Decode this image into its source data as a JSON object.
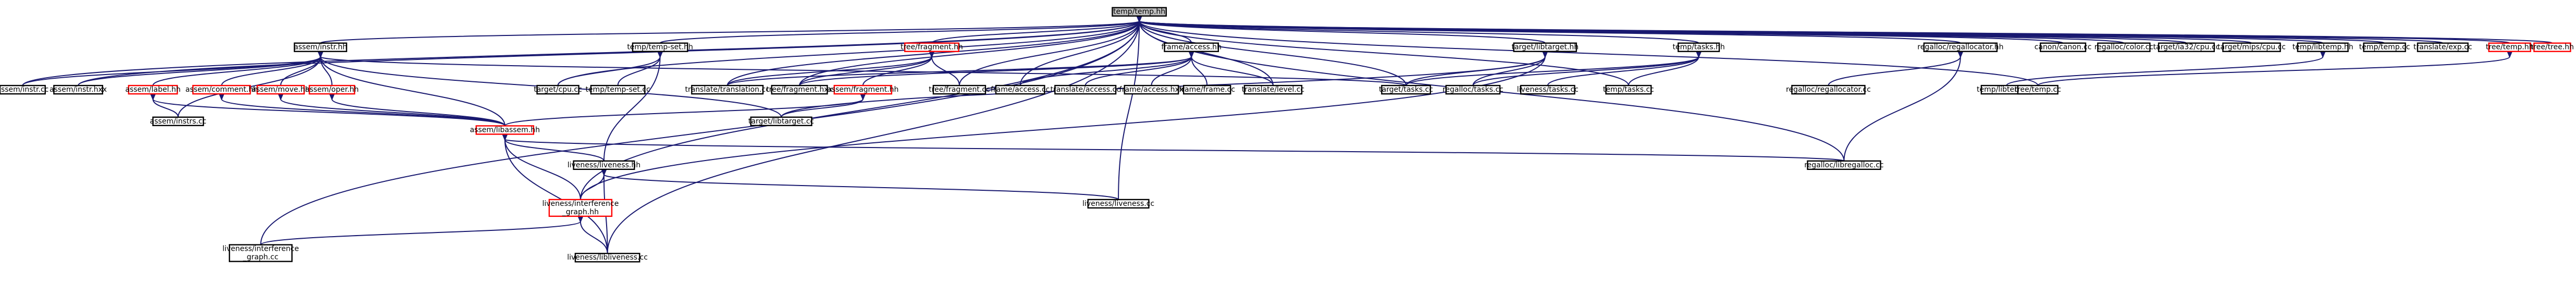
{
  "colors": {
    "edge": "#191970",
    "normal_border": "#000000",
    "incomplete_border": "#ff0000",
    "root_fill": "#bfbfbf",
    "node_fill": "#ffffff"
  },
  "nodes": [
    {
      "id": "temp_temp_hh",
      "label": "temp/temp.hh",
      "root": true
    },
    {
      "id": "assem_instr_hh",
      "label": "assem/instr.hh"
    },
    {
      "id": "temp_temp_set_hh",
      "label": "temp/temp-set.hh"
    },
    {
      "id": "tree_fragment_hh",
      "label": "tree/fragment.hh",
      "incomplete": true
    },
    {
      "id": "frame_access_hh",
      "label": "frame/access.hh"
    },
    {
      "id": "target_libtarget_hh",
      "label": "target/libtarget.hh"
    },
    {
      "id": "temp_tasks_hh",
      "label": "temp/tasks.hh"
    },
    {
      "id": "regalloc_regallocator_hh",
      "label": "regalloc/regallocator.hh"
    },
    {
      "id": "canon_canon_cc",
      "label": "canon/canon.cc"
    },
    {
      "id": "regalloc_color_cc",
      "label": "regalloc/color.cc"
    },
    {
      "id": "target_ia32_cpu_cc",
      "label": "target/ia32/cpu.cc"
    },
    {
      "id": "target_mips_cpu_cc",
      "label": "target/mips/cpu.cc"
    },
    {
      "id": "temp_libtemp_hh",
      "label": "temp/libtemp.hh"
    },
    {
      "id": "temp_temp_cc",
      "label": "temp/temp.cc"
    },
    {
      "id": "translate_exp_cc",
      "label": "translate/exp.cc"
    },
    {
      "id": "tree_temp_hh",
      "label": "tree/temp.hh",
      "incomplete": true
    },
    {
      "id": "tree_tree_hh",
      "label": "tree/tree.hh",
      "incomplete": true
    },
    {
      "id": "assem_instr_cc",
      "label": "assem/instr.cc"
    },
    {
      "id": "assem_instr_hxx",
      "label": "assem/instr.hxx"
    },
    {
      "id": "assem_label_hh",
      "label": "assem/label.hh",
      "incomplete": true
    },
    {
      "id": "assem_comment_hh",
      "label": "assem/comment.hh",
      "incomplete": true
    },
    {
      "id": "assem_move_hh",
      "label": "assem/move.hh",
      "incomplete": true
    },
    {
      "id": "assem_oper_hh",
      "label": "assem/oper.hh",
      "incomplete": true
    },
    {
      "id": "assem_instrs_cc",
      "label": "assem/instrs.cc"
    },
    {
      "id": "assem_libassem_hh",
      "label": "assem/libassem.hh",
      "incomplete": true
    },
    {
      "id": "target_cpu_cc",
      "label": "target/cpu.cc"
    },
    {
      "id": "temp_temp_set_cc",
      "label": "temp/temp-set.cc"
    },
    {
      "id": "translate_translation_cc",
      "label": "translate/translation.cc"
    },
    {
      "id": "tree_fragment_hxx",
      "label": "tree/fragment.hxx"
    },
    {
      "id": "assem_fragment_hh",
      "label": "assem/fragment.hh",
      "incomplete": true
    },
    {
      "id": "tree_fragment_cc",
      "label": "tree/fragment.cc"
    },
    {
      "id": "frame_access_cc",
      "label": "frame/access.cc"
    },
    {
      "id": "translate_access_cc",
      "label": "translate/access.cc"
    },
    {
      "id": "frame_access_hxx",
      "label": "frame/access.hxx"
    },
    {
      "id": "frame_frame_cc",
      "label": "frame/frame.cc"
    },
    {
      "id": "translate_level_cc",
      "label": "translate/level.cc"
    },
    {
      "id": "target_tasks_cc",
      "label": "target/tasks.cc"
    },
    {
      "id": "regalloc_tasks_cc",
      "label": "regalloc/tasks.cc"
    },
    {
      "id": "liveness_tasks_cc",
      "label": "liveness/tasks.cc"
    },
    {
      "id": "temp_tasks_cc",
      "label": "temp/tasks.cc"
    },
    {
      "id": "regalloc_regallocator_cc",
      "label": "regalloc/regallocator.cc"
    },
    {
      "id": "temp_libtemp_cc",
      "label": "temp/libtemp.cc"
    },
    {
      "id": "tree_temp_cc",
      "label": "tree/temp.cc"
    },
    {
      "id": "target_libtarget_cc",
      "label": "target/libtarget.cc"
    },
    {
      "id": "liveness_liveness_hh",
      "label": "liveness/liveness.hh"
    },
    {
      "id": "regalloc_libregalloc_cc",
      "label": "regalloc/libregalloc.cc"
    },
    {
      "id": "liveness_interference_graph_hh",
      "label": [
        "liveness/interference",
        "_graph.hh"
      ],
      "incomplete": true
    },
    {
      "id": "liveness_liveness_cc",
      "label": "liveness/liveness.cc"
    },
    {
      "id": "liveness_interference_graph_cc",
      "label": [
        "liveness/interference",
        "_graph.cc"
      ]
    },
    {
      "id": "liveness_libliveness_cc",
      "label": "liveness/libliveness.cc"
    }
  ],
  "edges": [
    [
      "temp_temp_hh",
      "assem_instr_hh"
    ],
    [
      "temp_temp_hh",
      "temp_temp_set_hh"
    ],
    [
      "temp_temp_hh",
      "tree_fragment_hh"
    ],
    [
      "temp_temp_hh",
      "frame_access_hh"
    ],
    [
      "temp_temp_hh",
      "target_libtarget_hh"
    ],
    [
      "temp_temp_hh",
      "temp_tasks_hh"
    ],
    [
      "temp_temp_hh",
      "regalloc_regallocator_hh"
    ],
    [
      "temp_temp_hh",
      "canon_canon_cc"
    ],
    [
      "temp_temp_hh",
      "regalloc_color_cc"
    ],
    [
      "temp_temp_hh",
      "target_ia32_cpu_cc"
    ],
    [
      "temp_temp_hh",
      "target_mips_cpu_cc"
    ],
    [
      "temp_temp_hh",
      "temp_libtemp_hh"
    ],
    [
      "temp_temp_hh",
      "temp_temp_cc"
    ],
    [
      "temp_temp_hh",
      "translate_exp_cc"
    ],
    [
      "temp_temp_hh",
      "tree_temp_hh"
    ],
    [
      "temp_temp_hh",
      "tree_tree_hh"
    ],
    [
      "temp_temp_hh",
      "assem_instr_cc"
    ],
    [
      "temp_temp_hh",
      "assem_instr_hxx"
    ],
    [
      "temp_temp_hh",
      "liveness_interference_graph_cc"
    ],
    [
      "temp_temp_hh",
      "target_cpu_cc"
    ],
    [
      "temp_temp_hh",
      "translate_translation_cc"
    ],
    [
      "temp_temp_hh",
      "tree_fragment_hxx"
    ],
    [
      "temp_temp_hh",
      "tree_fragment_cc"
    ],
    [
      "temp_temp_hh",
      "frame_access_cc"
    ],
    [
      "temp_temp_hh",
      "translate_level_cc"
    ],
    [
      "temp_temp_hh",
      "target_tasks_cc"
    ],
    [
      "temp_temp_hh",
      "temp_tasks_cc"
    ],
    [
      "temp_temp_hh",
      "liveness_liveness_cc"
    ],
    [
      "temp_temp_hh",
      "liveness_libliveness_cc"
    ],
    [
      "temp_temp_hh",
      "regalloc_libregalloc_cc"
    ],
    [
      "temp_temp_hh",
      "tree_temp_cc"
    ],
    [
      "temp_temp_hh",
      "liveness_interference_graph_hh"
    ],
    [
      "assem_instr_hh",
      "assem_instr_cc"
    ],
    [
      "assem_instr_hh",
      "assem_instr_hxx"
    ],
    [
      "assem_instr_hh",
      "assem_label_hh"
    ],
    [
      "assem_instr_hh",
      "assem_comment_hh"
    ],
    [
      "assem_instr_hh",
      "assem_move_hh"
    ],
    [
      "assem_instr_hh",
      "assem_oper_hh"
    ],
    [
      "assem_instr_hh",
      "assem_instrs_cc"
    ],
    [
      "assem_instr_hh",
      "assem_libassem_hh"
    ],
    [
      "assem_instr_hh",
      "target_libtarget_cc"
    ],
    [
      "assem_instr_hh",
      "target_tasks_cc"
    ],
    [
      "assem_label_hh",
      "assem_libassem_hh"
    ],
    [
      "assem_label_hh",
      "assem_instrs_cc"
    ],
    [
      "assem_comment_hh",
      "assem_libassem_hh"
    ],
    [
      "assem_move_hh",
      "assem_libassem_hh"
    ],
    [
      "assem_oper_hh",
      "assem_libassem_hh"
    ],
    [
      "temp_temp_set_hh",
      "target_cpu_cc"
    ],
    [
      "temp_temp_set_hh",
      "temp_temp_set_cc"
    ],
    [
      "temp_temp_set_hh",
      "liveness_liveness_hh"
    ],
    [
      "tree_fragment_hh",
      "translate_translation_cc"
    ],
    [
      "tree_fragment_hh",
      "tree_fragment_hxx"
    ],
    [
      "tree_fragment_hh",
      "tree_fragment_cc"
    ],
    [
      "tree_fragment_hh",
      "assem_fragment_hh"
    ],
    [
      "assem_fragment_hh",
      "assem_libassem_hh"
    ],
    [
      "assem_fragment_hh",
      "target_libtarget_cc"
    ],
    [
      "frame_access_hh",
      "translate_translation_cc"
    ],
    [
      "frame_access_hh",
      "tree_fragment_hxx"
    ],
    [
      "frame_access_hh",
      "frame_access_cc"
    ],
    [
      "frame_access_hh",
      "translate_access_cc"
    ],
    [
      "frame_access_hh",
      "frame_access_hxx"
    ],
    [
      "frame_access_hh",
      "frame_frame_cc"
    ],
    [
      "frame_access_hh",
      "translate_level_cc"
    ],
    [
      "target_libtarget_hh",
      "target_tasks_cc"
    ],
    [
      "target_libtarget_hh",
      "regalloc_tasks_cc"
    ],
    [
      "target_libtarget_hh",
      "target_libtarget_cc"
    ],
    [
      "target_libtarget_hh",
      "liveness_interference_graph_hh"
    ],
    [
      "temp_tasks_hh",
      "target_tasks_cc"
    ],
    [
      "temp_tasks_hh",
      "regalloc_tasks_cc"
    ],
    [
      "temp_tasks_hh",
      "liveness_tasks_cc"
    ],
    [
      "temp_tasks_hh",
      "temp_tasks_cc"
    ],
    [
      "regalloc_regallocator_hh",
      "regalloc_regallocator_cc"
    ],
    [
      "regalloc_regallocator_hh",
      "regalloc_libregalloc_cc"
    ],
    [
      "temp_libtemp_hh",
      "temp_libtemp_cc"
    ],
    [
      "tree_temp_hh",
      "tree_temp_cc"
    ],
    [
      "assem_libassem_hh",
      "liveness_liveness_hh"
    ],
    [
      "assem_libassem_hh",
      "liveness_interference_graph_hh"
    ],
    [
      "assem_libassem_hh",
      "liveness_libliveness_cc"
    ],
    [
      "assem_libassem_hh",
      "regalloc_libregalloc_cc"
    ],
    [
      "liveness_liveness_hh",
      "liveness_interference_graph_hh"
    ],
    [
      "liveness_liveness_hh",
      "liveness_liveness_cc"
    ],
    [
      "liveness_liveness_hh",
      "liveness_libliveness_cc"
    ],
    [
      "liveness_interference_graph_hh",
      "liveness_interference_graph_cc"
    ],
    [
      "liveness_interference_graph_hh",
      "liveness_libliveness_cc"
    ]
  ]
}
